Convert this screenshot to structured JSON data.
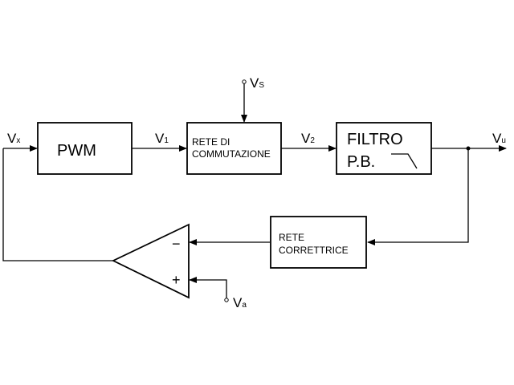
{
  "blocks": {
    "pwm": {
      "label": "PWM"
    },
    "rete_commutazione": {
      "line1": "RETE DI",
      "line2": "COMMUTAZIONE"
    },
    "filtro": {
      "line1": "FILTRO",
      "line2": "P.B.",
      "icon": "lowpass-filter-icon"
    },
    "rete_correttrice": {
      "line1": "RETE",
      "line2": "CORRETTRICE"
    },
    "comparator": {
      "minus": "−",
      "plus": "+"
    }
  },
  "signals": {
    "vx": {
      "main": "V",
      "sub": "x"
    },
    "v1": {
      "main": "V",
      "sub": "1"
    },
    "v2": {
      "main": "V",
      "sub": "2"
    },
    "vs": {
      "main": "V",
      "sub": "S"
    },
    "vu": {
      "main": "V",
      "sub": "u"
    },
    "va": {
      "main": "V",
      "sub": "a"
    }
  }
}
